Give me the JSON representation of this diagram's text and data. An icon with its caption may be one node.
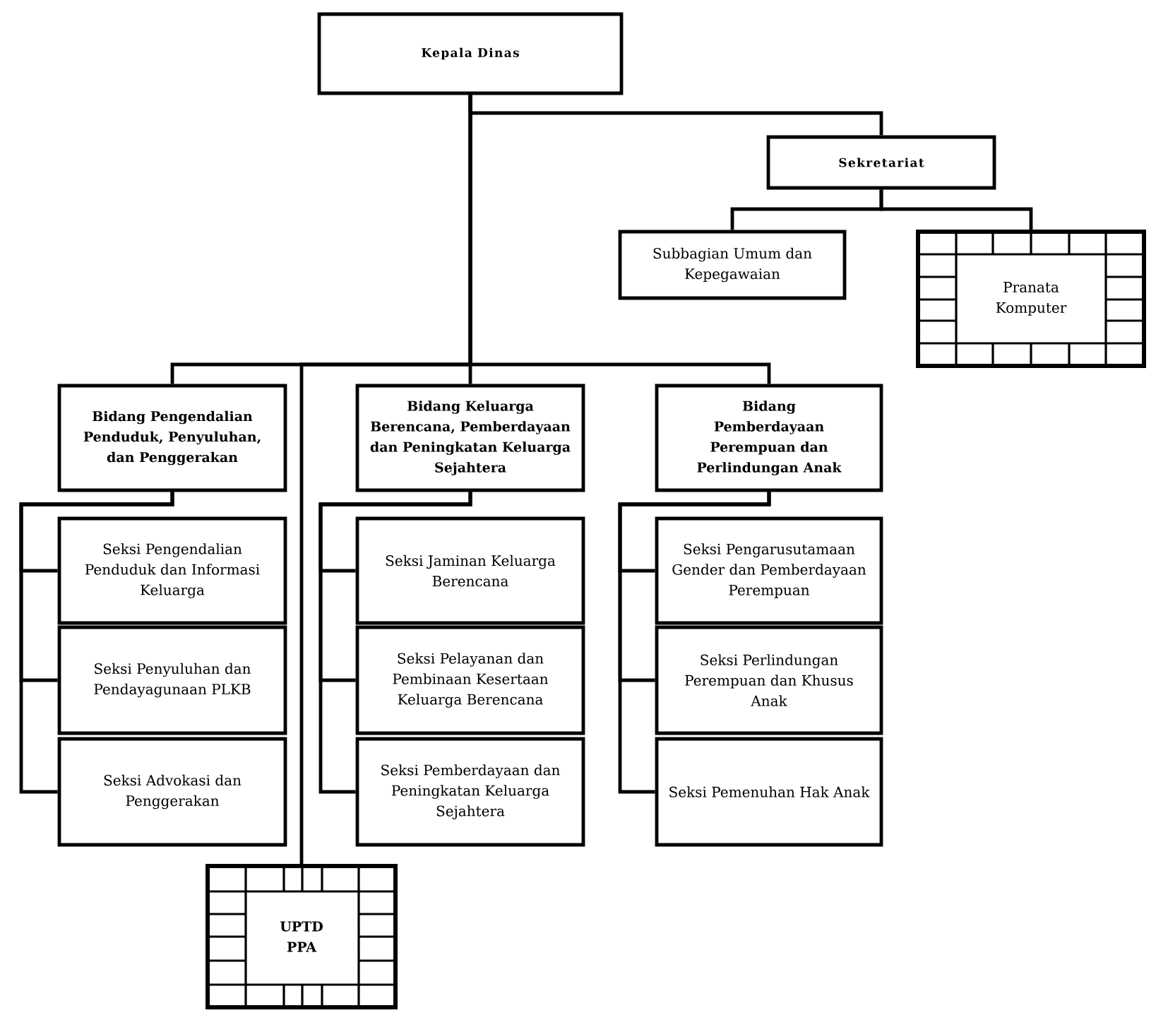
{
  "diagram": {
    "nodes": [
      {
        "text": [
          "Kepala Dinas"
        ]
      },
      {
        "text": [
          "Sekretariat"
        ]
      },
      {
        "text": [
          "Subbagian Umum dan Kepegawaian"
        ]
      },
      {
        "text": [
          "Pranata Komputer"
        ]
      },
      {
        "text": [
          "Bidang Pengendalian Penduduk, Penyuluhan, dan Penggerakan"
        ]
      },
      {
        "text": [
          "Bidang Keluarga Berencana, Pemberdayaan dan Peningkatan Keluarga Sejahtera"
        ]
      },
      {
        "text": [
          "Bidang Pemberdayaan Perempuan dan Perlindungan Anak"
        ]
      },
      {
        "text": [
          "Seksi Pengendalian Penduduk dan Informasi Keluarga"
        ]
      },
      {
        "text": [
          "Seksi Penyuluhan dan Pendayagunaan PLKB"
        ]
      },
      {
        "text": [
          "Seksi Advokasi dan Penggerakan"
        ]
      },
      {
        "text": [
          "Seksi Jaminan Keluarga Berencana"
        ]
      },
      {
        "text": [
          "Seksi Pelayanan dan Pembinaan Kesertaan Keluarga Berencana"
        ]
      },
      {
        "text": [
          "Seksi Pemberdayaan dan Peningkatan Keluarga Sejahtera"
        ]
      },
      {
        "text": [
          "Seksi Pengarusutamaan Gender dan Pemberdayaan Perempuan"
        ]
      },
      {
        "text": [
          "Seksi Perlindungan Perempuan dan Khusus Anak"
        ]
      },
      {
        "text": [
          "Seksi Pemenuhan Hak Anak"
        ]
      },
      {
        "text": [
          "UPTD PPA"
        ]
      }
    ],
    "edges": [
      {
        "from": 0,
        "to": 1,
        "arrow": "none"
      },
      {
        "from": 1,
        "to": 2,
        "arrow": "none"
      },
      {
        "from": 1,
        "to": 3,
        "arrow": "none"
      },
      {
        "from": 0,
        "to": 4,
        "arrow": "none"
      },
      {
        "from": 0,
        "to": 5,
        "arrow": "none"
      },
      {
        "from": 0,
        "to": 6,
        "arrow": "none"
      },
      {
        "from": 0,
        "to": 16,
        "arrow": "none"
      },
      {
        "from": 4,
        "to": 7,
        "arrow": "none"
      },
      {
        "from": 4,
        "to": 8,
        "arrow": "none"
      },
      {
        "from": 4,
        "to": 9,
        "arrow": "none"
      },
      {
        "from": 5,
        "to": 10,
        "arrow": "none"
      },
      {
        "from": 5,
        "to": 11,
        "arrow": "none"
      },
      {
        "from": 5,
        "to": 12,
        "arrow": "none"
      },
      {
        "from": 6,
        "to": 13,
        "arrow": "none"
      },
      {
        "from": 6,
        "to": 14,
        "arrow": "none"
      },
      {
        "from": 6,
        "to": 15,
        "arrow": "none"
      }
    ]
  }
}
